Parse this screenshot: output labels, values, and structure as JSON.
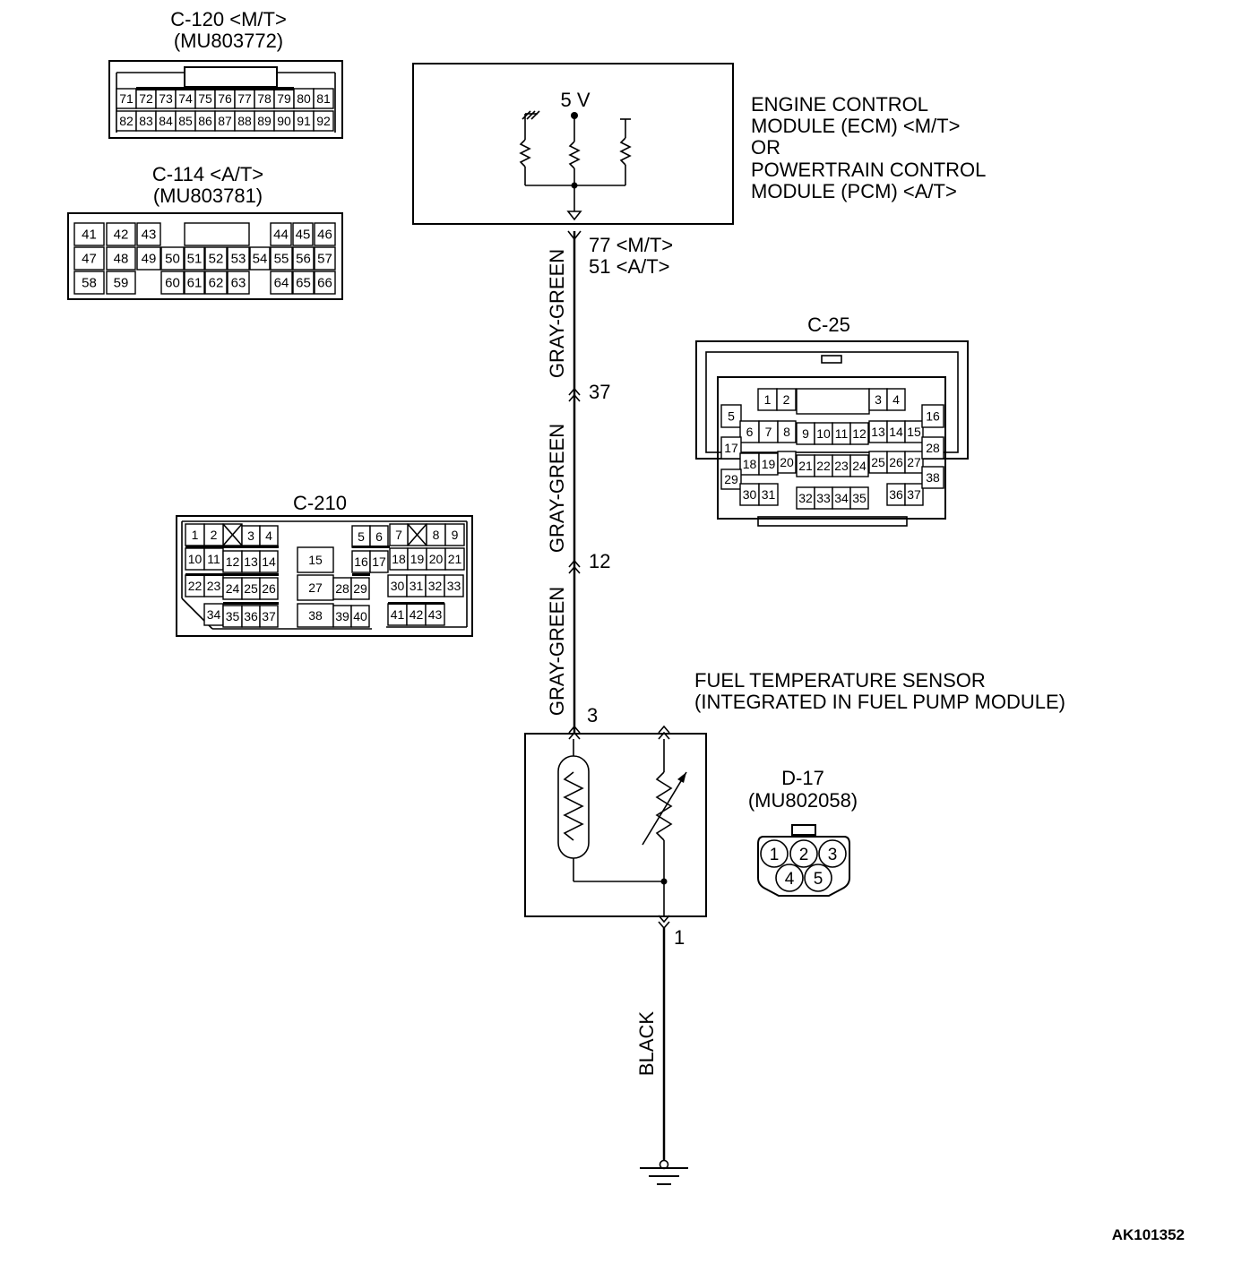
{
  "ecm": {
    "lines": [
      "ENGINE CONTROL",
      "MODULE (ECM) <M/T>",
      "OR",
      "POWERTRAIN CONTROL",
      "MODULE (PCM) <A/T>"
    ],
    "voltage": "5 V",
    "terminal_mt": "77 <M/T>",
    "terminal_at": "51 <A/T>"
  },
  "wires": {
    "gray_green": "GRAY-GREEN",
    "black": "BLACK",
    "junction_37": "37",
    "junction_12": "12",
    "sensor_pin_3": "3",
    "sensor_pin_1": "1"
  },
  "sensor": {
    "line1": "FUEL TEMPERATURE SENSOR",
    "line2": "(INTEGRATED IN FUEL PUMP MODULE)"
  },
  "connectors": {
    "c120": {
      "name": "C-120 <M/T>",
      "part": "(MU803772)",
      "row1": [
        "71",
        "72",
        "73",
        "74",
        "75",
        "76",
        "77",
        "78",
        "79",
        "80",
        "81"
      ],
      "row2": [
        "82",
        "83",
        "84",
        "85",
        "86",
        "87",
        "88",
        "89",
        "90",
        "91",
        "92"
      ]
    },
    "c114": {
      "name": "C-114 <A/T>",
      "part": "(MU803781)",
      "row1": [
        "41",
        "42",
        "43",
        "",
        "",
        "",
        "",
        "44",
        "45",
        "46"
      ],
      "row2": [
        "47",
        "48",
        "49",
        "50",
        "51",
        "52",
        "53",
        "54",
        "55",
        "56",
        "57"
      ],
      "row3": [
        "58",
        "59",
        "",
        "60",
        "61",
        "62",
        "63",
        "",
        "64",
        "65",
        "66"
      ]
    },
    "c25": {
      "name": "C-25",
      "pins": [
        "1",
        "2",
        "3",
        "4",
        "5",
        "6",
        "7",
        "8",
        "9",
        "10",
        "11",
        "12",
        "13",
        "14",
        "15",
        "16",
        "17",
        "18",
        "19",
        "20",
        "21",
        "22",
        "23",
        "24",
        "25",
        "26",
        "27",
        "28",
        "29",
        "30",
        "31",
        "32",
        "33",
        "34",
        "35",
        "36",
        "37",
        "38"
      ]
    },
    "c210": {
      "name": "C-210",
      "pins": [
        "1",
        "2",
        "3",
        "4",
        "5",
        "6",
        "7",
        "8",
        "9",
        "10",
        "11",
        "12",
        "13",
        "14",
        "15",
        "16",
        "17",
        "18",
        "19",
        "20",
        "21",
        "22",
        "23",
        "24",
        "25",
        "26",
        "27",
        "28",
        "29",
        "30",
        "31",
        "32",
        "33",
        "34",
        "35",
        "36",
        "37",
        "38",
        "39",
        "40",
        "41",
        "42",
        "43"
      ]
    },
    "d17": {
      "name": "D-17",
      "part": "(MU802058)",
      "pins": [
        "1",
        "2",
        "3",
        "4",
        "5"
      ]
    }
  },
  "figure_id": "AK101352"
}
